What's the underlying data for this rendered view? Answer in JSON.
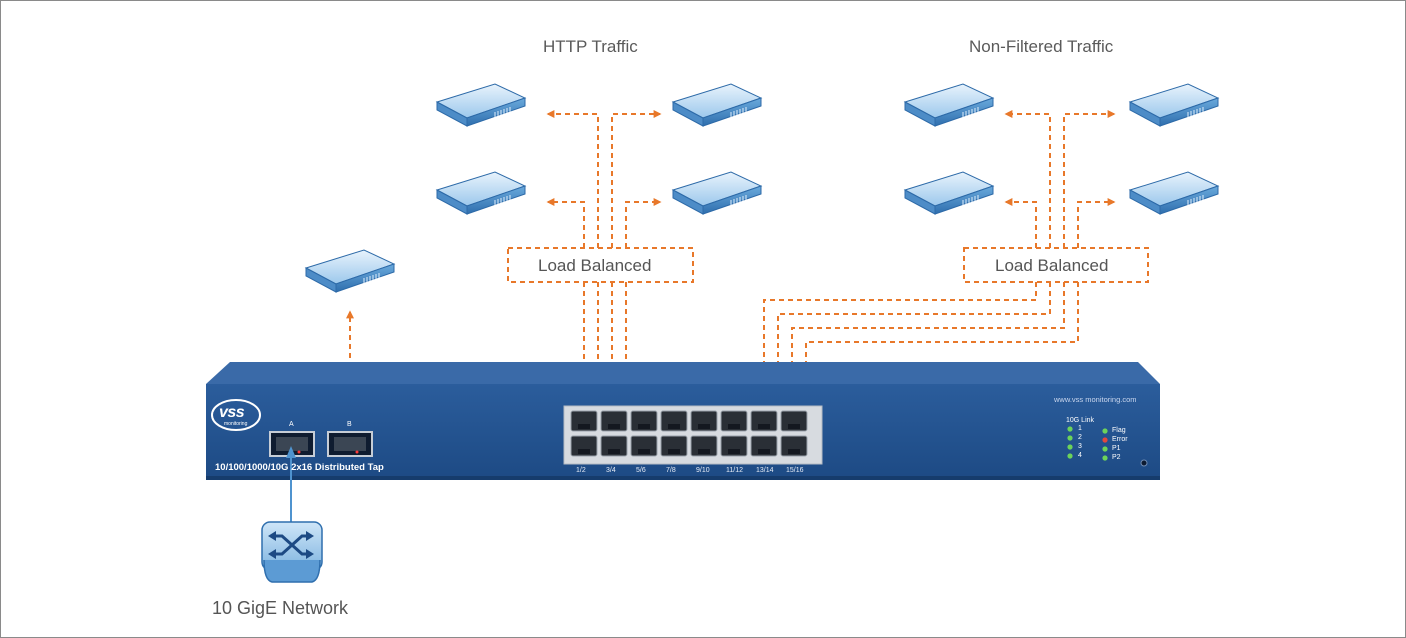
{
  "titles": {
    "http": "HTTP Traffic",
    "non_filtered": "Non-Filtered Traffic"
  },
  "load_balanced": [
    "Load Balanced",
    "Load Balanced"
  ],
  "network_label": "10 GigE Network",
  "device": {
    "logo_text": "vss",
    "logo_sub": "monitoring",
    "model": "10/100/1000/10G 2x16 Distributed Tap",
    "url": "www.vss monitoring.com",
    "sfp_labels": [
      "A",
      "B"
    ],
    "port_labels": [
      "1/2",
      "3/4",
      "5/6",
      "7/8",
      "9/10",
      "11/12",
      "13/14",
      "15/16"
    ],
    "link_title": "10G Link",
    "link_leds": [
      "1",
      "2",
      "3",
      "4"
    ],
    "status_leds": [
      "Flag",
      "Error",
      "P1",
      "P2"
    ]
  },
  "colors": {
    "device_blue": "#1f4f8c",
    "dashed_orange": "#e8782a",
    "blue_link": "#4f93cf",
    "led_green": "#6cd35a",
    "led_red": "#e2473f"
  },
  "icons": {
    "server": "server-appliance-icon",
    "switch": "network-switch-icon"
  }
}
